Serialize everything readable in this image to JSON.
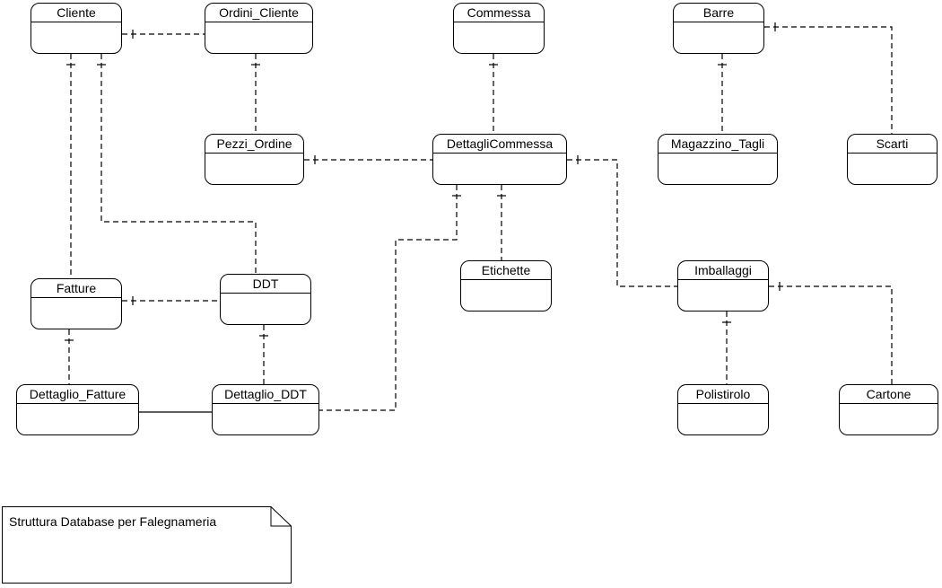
{
  "diagram": {
    "entities": [
      {
        "id": "cliente",
        "name": "Cliente"
      },
      {
        "id": "ordini_cliente",
        "name": "Ordini_Cliente"
      },
      {
        "id": "commessa",
        "name": "Commessa"
      },
      {
        "id": "barre",
        "name": "Barre"
      },
      {
        "id": "pezzi_ordine",
        "name": "Pezzi_Ordine"
      },
      {
        "id": "dettaglicommessa",
        "name": "DettagliCommessa"
      },
      {
        "id": "magazzino_tagli",
        "name": "Magazzino_Tagli"
      },
      {
        "id": "scarti",
        "name": "Scarti"
      },
      {
        "id": "fatture",
        "name": "Fatture"
      },
      {
        "id": "ddt",
        "name": "DDT"
      },
      {
        "id": "etichette",
        "name": "Etichette"
      },
      {
        "id": "imballaggi",
        "name": "Imballaggi"
      },
      {
        "id": "dettaglio_fatture",
        "name": "Dettaglio_Fatture"
      },
      {
        "id": "dettaglio_ddt",
        "name": "Dettaglio_DDT"
      },
      {
        "id": "polistirolo",
        "name": "Polistirolo"
      },
      {
        "id": "cartone",
        "name": "Cartone"
      }
    ],
    "relationships": [
      {
        "from": "cliente",
        "to": "ordini_cliente",
        "cardinality": "one-to-zero-or-many",
        "style": "dashed"
      },
      {
        "from": "ordini_cliente",
        "to": "pezzi_ordine",
        "cardinality": "one-to-zero-or-many",
        "style": "dashed"
      },
      {
        "from": "commessa",
        "to": "dettaglicommessa",
        "cardinality": "one-to-zero-or-many",
        "style": "dashed"
      },
      {
        "from": "pezzi_ordine",
        "to": "dettaglicommessa",
        "cardinality": "one-to-zero-or-many",
        "style": "dashed"
      },
      {
        "from": "barre",
        "to": "magazzino_tagli",
        "cardinality": "one-to-zero-or-many",
        "style": "dashed"
      },
      {
        "from": "barre",
        "to": "scarti",
        "cardinality": "one-to-one",
        "style": "dashed"
      },
      {
        "from": "cliente",
        "to": "fatture",
        "cardinality": "one-to-zero-or-many",
        "style": "dashed"
      },
      {
        "from": "cliente",
        "to": "ddt",
        "cardinality": "one-to-zero-or-many",
        "style": "dashed"
      },
      {
        "from": "fatture",
        "to": "ddt",
        "cardinality": "one-to-zero-or-many",
        "style": "dashed"
      },
      {
        "from": "dettaglicommessa",
        "to": "etichette",
        "cardinality": "one-to-one",
        "style": "dashed"
      },
      {
        "from": "dettaglicommessa",
        "to": "imballaggi",
        "cardinality": "one-to-zero-or-many",
        "style": "dashed"
      },
      {
        "from": "dettaglicommessa",
        "to": "dettaglio_ddt",
        "cardinality": "one-to-one",
        "style": "dashed"
      },
      {
        "from": "fatture",
        "to": "dettaglio_fatture",
        "cardinality": "one-to-zero-or-many",
        "style": "dashed"
      },
      {
        "from": "ddt",
        "to": "dettaglio_ddt",
        "cardinality": "one-to-zero-or-many",
        "style": "dashed"
      },
      {
        "from": "dettaglio_fatture",
        "to": "dettaglio_ddt",
        "cardinality": "plain",
        "style": "solid"
      },
      {
        "from": "imballaggi",
        "to": "polistirolo",
        "cardinality": "one-to-zero-or-many",
        "style": "dashed"
      },
      {
        "from": "imballaggi",
        "to": "cartone",
        "cardinality": "one-to-zero-or-many",
        "style": "dashed"
      }
    ]
  },
  "note": {
    "text": "Struttura Database per Falegnameria"
  }
}
